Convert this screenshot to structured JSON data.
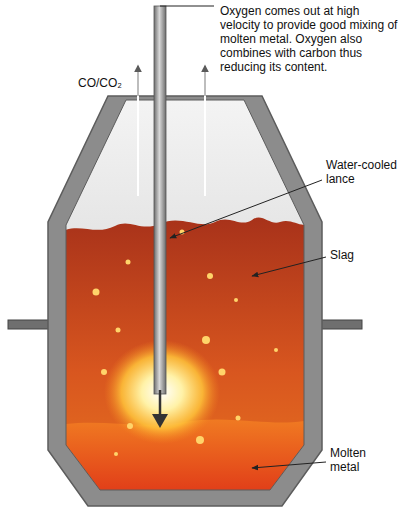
{
  "diagram": {
    "labels": [
      "Oxygen comes out at high velocity to provide good mixing of molten metal. Oxygen also combines with carbon thus reducing its content.",
      "CO/CO₂",
      "Water-cooled lance",
      "Slag",
      "Molten metal"
    ]
  }
}
